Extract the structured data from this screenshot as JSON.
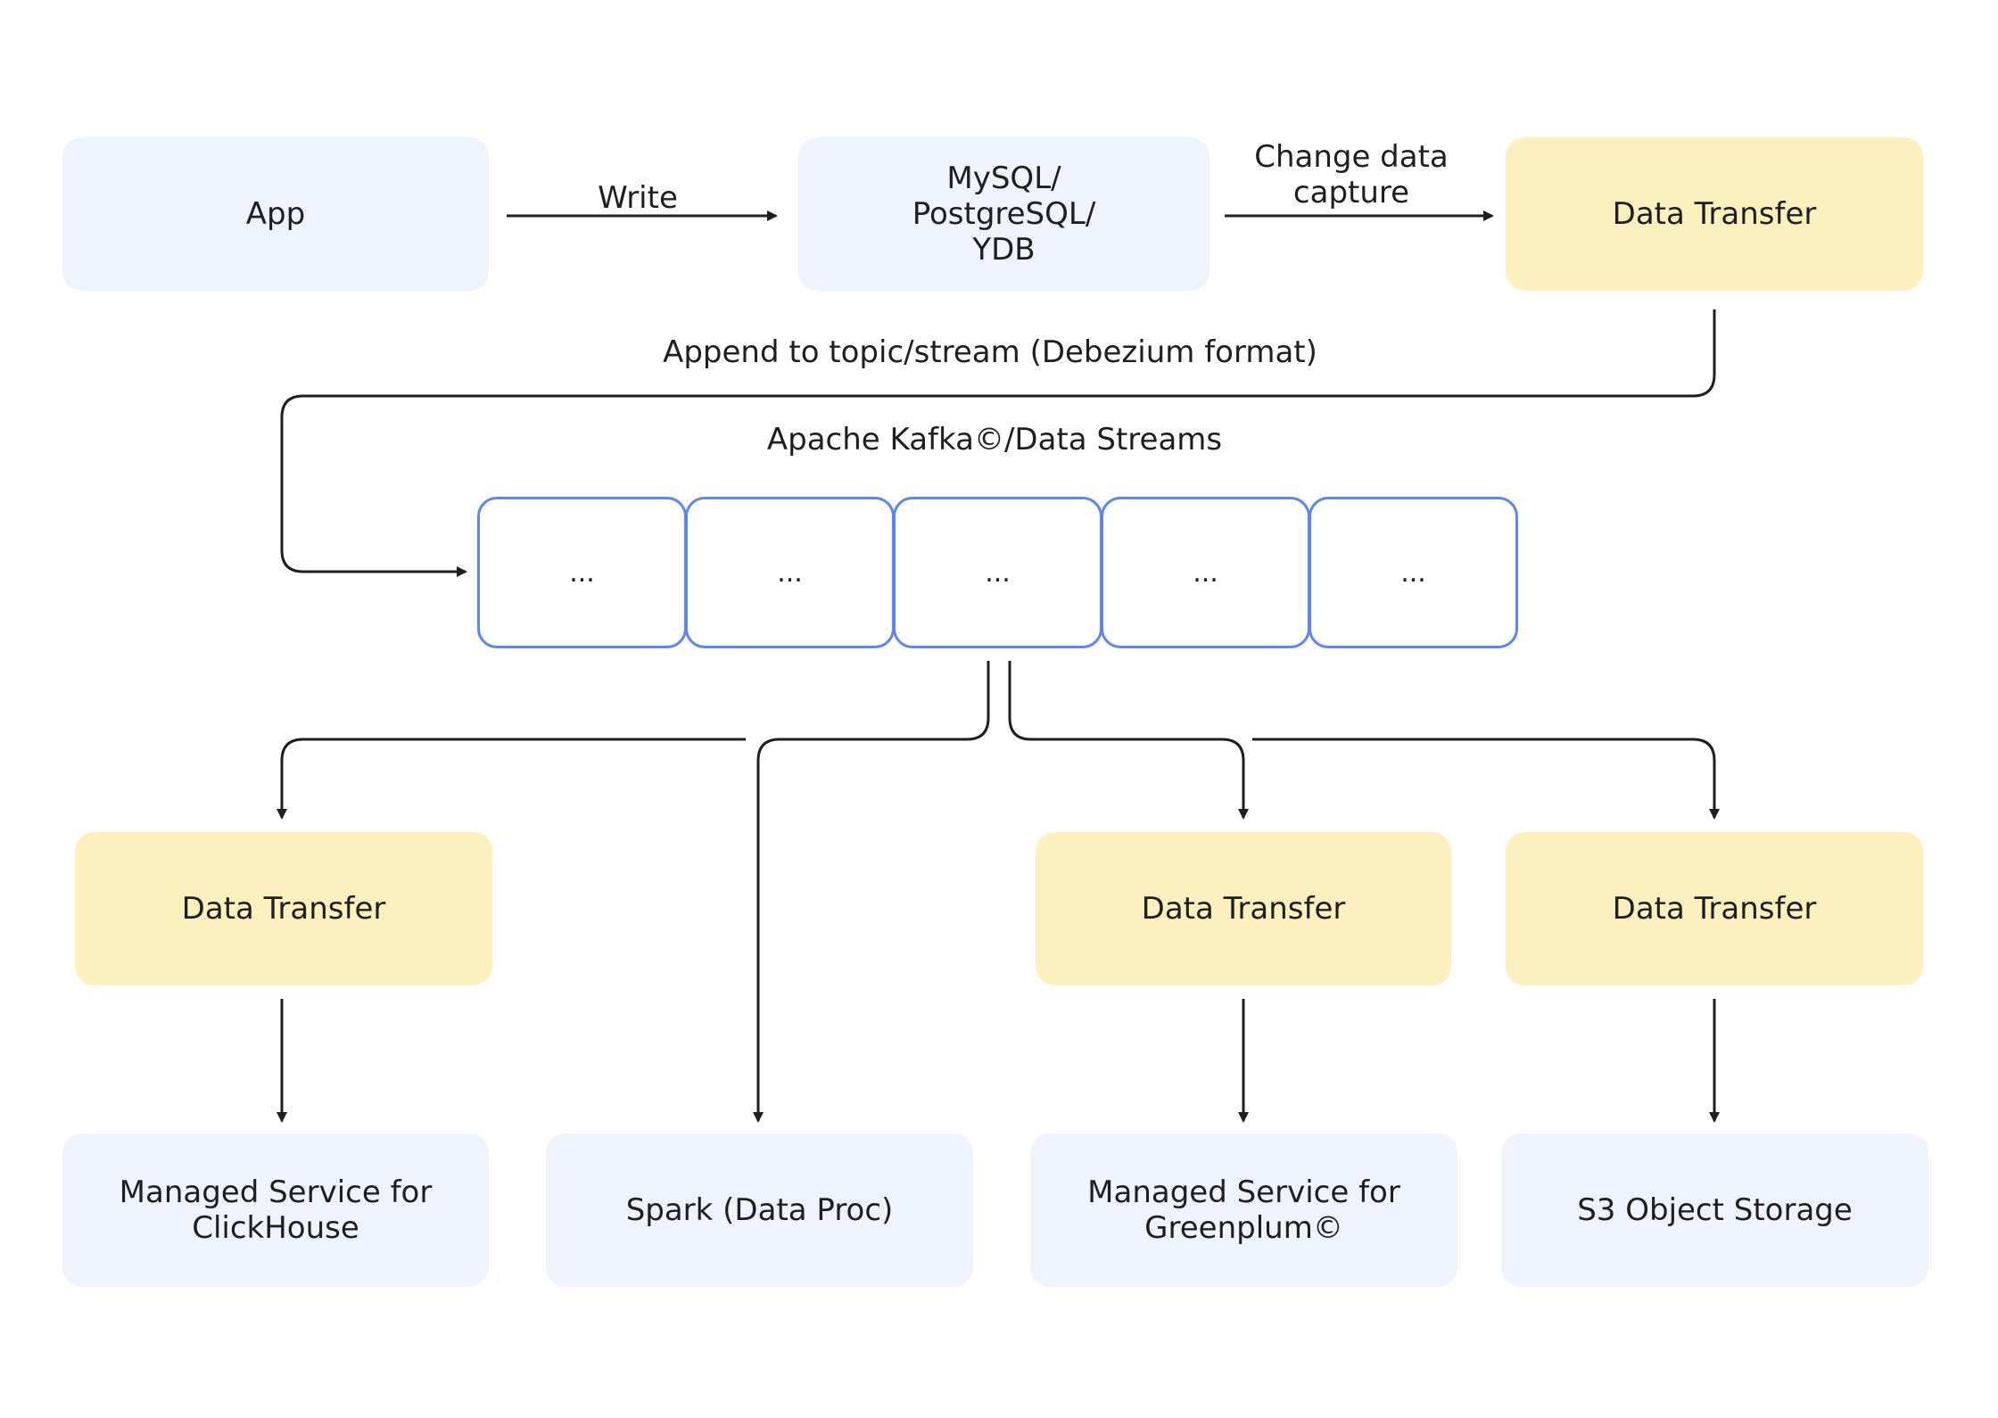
{
  "nodes": {
    "app": "App",
    "source_db": "MySQL/\nPostgreSQL/\nYDB",
    "data_transfer_top": "Data Transfer",
    "data_transfer_clickhouse": "Data Transfer",
    "data_transfer_greenplum": "Data Transfer",
    "data_transfer_s3": "Data Transfer",
    "clickhouse": "Managed Service for\nClickHouse",
    "spark": "Spark (Data Proc)",
    "greenplum": "Managed Service for\nGreenplum©",
    "s3": "S3 Object Storage"
  },
  "edges": {
    "write": "Write",
    "cdc": "Change data\ncapture",
    "append": "Append to topic/stream (Debezium format)"
  },
  "stream": {
    "title": "Apache Kafka©/Data Streams",
    "cells": [
      "...",
      "...",
      "...",
      "...",
      "..."
    ]
  },
  "colors": {
    "blue_node": "#eef3fd",
    "yellow_node": "#fdf0bf",
    "stream_border": "#5b87ee",
    "line": "#1f1f1f"
  }
}
